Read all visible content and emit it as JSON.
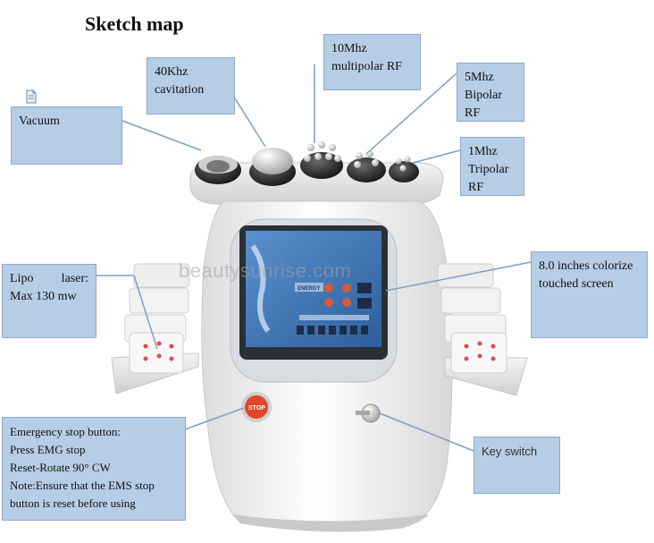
{
  "title": "Sketch map",
  "watermark": "beautysunrise.com",
  "labels": {
    "vacuum": "Vacuum",
    "cavitation": [
      "40Khz",
      "cavitation"
    ],
    "multipolar": [
      "10Mhz",
      "multipolar RF"
    ],
    "bipolar": [
      "5Mhz",
      "Bipolar RF"
    ],
    "tripolar": [
      "1Mhz",
      "Tripolar RF"
    ],
    "lipo": [
      "Lipo laser:",
      "Max 130 mw"
    ],
    "screen": [
      "8.0 inches colorize",
      "touched screen"
    ],
    "emergency": [
      "Emergency stop button:",
      "Press EMG stop",
      "Reset-Rotate 90° CW",
      "Note:Ensure that the EMS stop",
      "button is reset before using"
    ],
    "key_switch": "Key switch"
  },
  "screen_text": {
    "energy": "ENERGY",
    "stop": "STOP"
  },
  "colors": {
    "label_bg": "#b6cde6",
    "line": "#7f9ec2",
    "stop_red": "#e0452a",
    "screen_blue": "#3d6fae"
  }
}
